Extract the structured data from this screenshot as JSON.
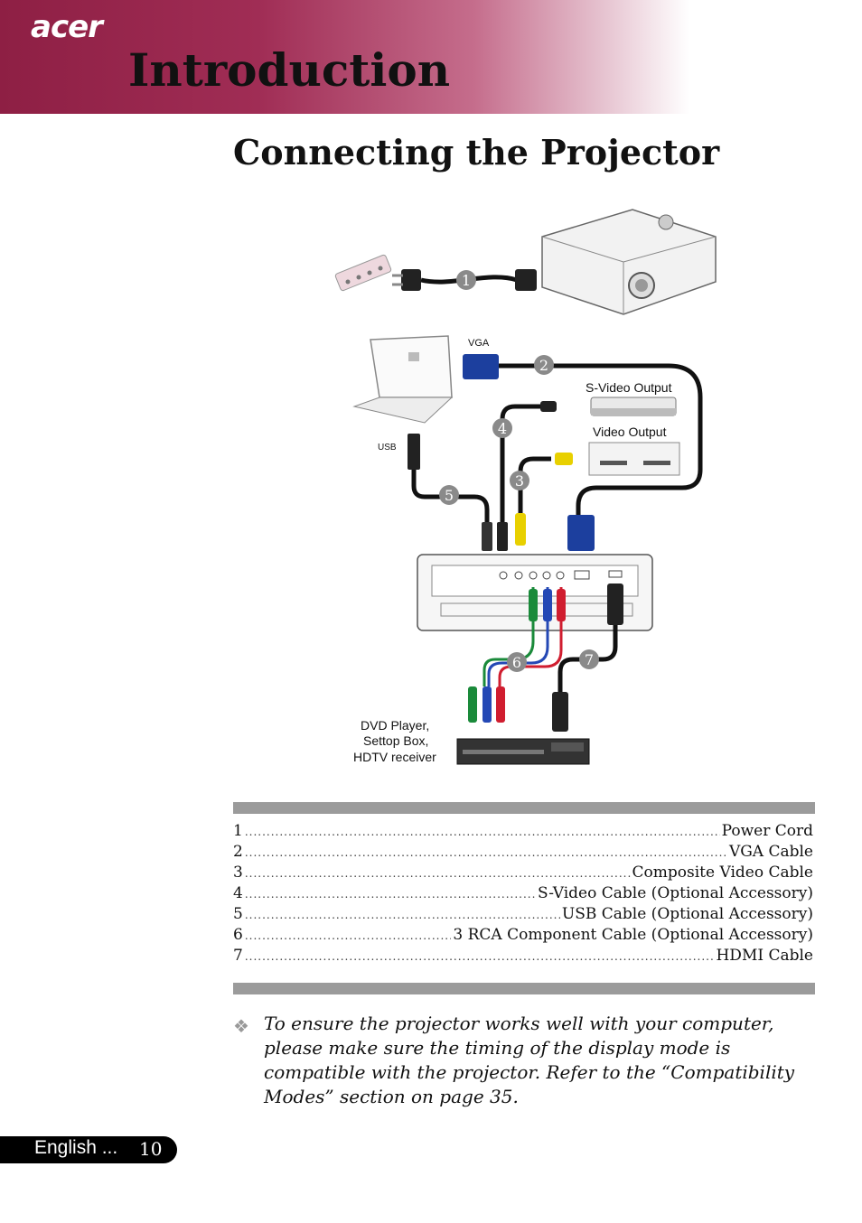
{
  "header": {
    "brand": "acer",
    "title": "Introduction"
  },
  "page_title": "Connecting the Projector",
  "diagram": {
    "labels": {
      "vga": "VGA",
      "usb": "USB",
      "svideo_output": "S-Video Output",
      "video_output": "Video Output",
      "dvd_line1": "DVD Player,",
      "dvd_line2": "Settop Box,",
      "dvd_line3": "HDTV receiver"
    },
    "callouts": [
      "1",
      "2",
      "3",
      "4",
      "5",
      "6",
      "7"
    ],
    "colors": {
      "vga_blue": "#1c3f9e",
      "video_yellow": "#e8d000",
      "component_green": "#1a8a3a",
      "component_blue": "#2448b5",
      "component_red": "#d01d2f",
      "callout_gray": "#8a8a8a"
    }
  },
  "legend": {
    "items": [
      {
        "num": "1",
        "label": "Power Cord"
      },
      {
        "num": "2",
        "label": "VGA Cable"
      },
      {
        "num": "3",
        "label": "Composite Video Cable"
      },
      {
        "num": "4",
        "label": "S-Video Cable (Optional Accessory)"
      },
      {
        "num": "5",
        "label": "USB Cable (Optional Accessory)"
      },
      {
        "num": "6",
        "label": "3 RCA Component Cable (Optional Accessory)"
      },
      {
        "num": "7",
        "label": "HDMI Cable"
      }
    ]
  },
  "note": {
    "icon": "diamond-bullet-icon",
    "text": "To ensure the projector works well with your computer, please make sure the timing of the display mode is compatible with the projector.  Refer to the “Compatibility Modes” section on page 35."
  },
  "footer": {
    "language": "English ...",
    "page": "10"
  }
}
